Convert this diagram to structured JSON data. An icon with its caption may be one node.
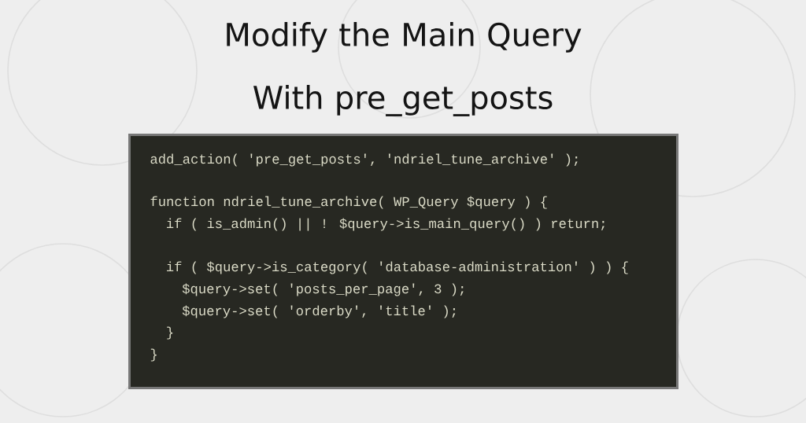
{
  "diagram": {
    "title": "Modify the Main Query With pre_get_posts",
    "nodes": [
      {
        "text": [
          "add_action( 'pre_get_posts', 'ndriel_tune_archive' );",
          "function ndriel_tune_archive( WP_Query $query ) {",
          "if ( is_admin() || ! $query->is_main_query() ) return;",
          "if ( $query->is_category( 'database-administration' ) ) {",
          "$query->set( 'posts_per_page', 3 );",
          "$query->set( 'orderby', 'title' );",
          "}",
          "}"
        ]
      }
    ]
  }
}
